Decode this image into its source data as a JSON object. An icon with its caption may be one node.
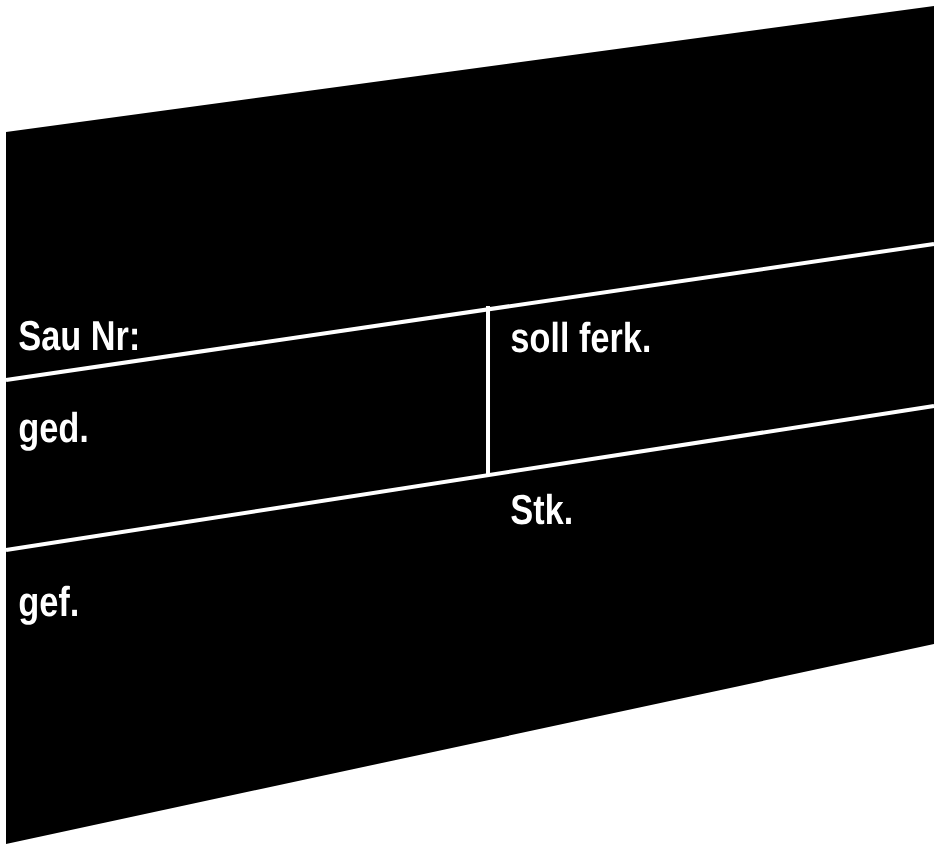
{
  "diagram": {
    "labels": [
      "Sau Nr:",
      "soll ferk.",
      "ged.",
      "Stk.",
      "gef."
    ]
  }
}
